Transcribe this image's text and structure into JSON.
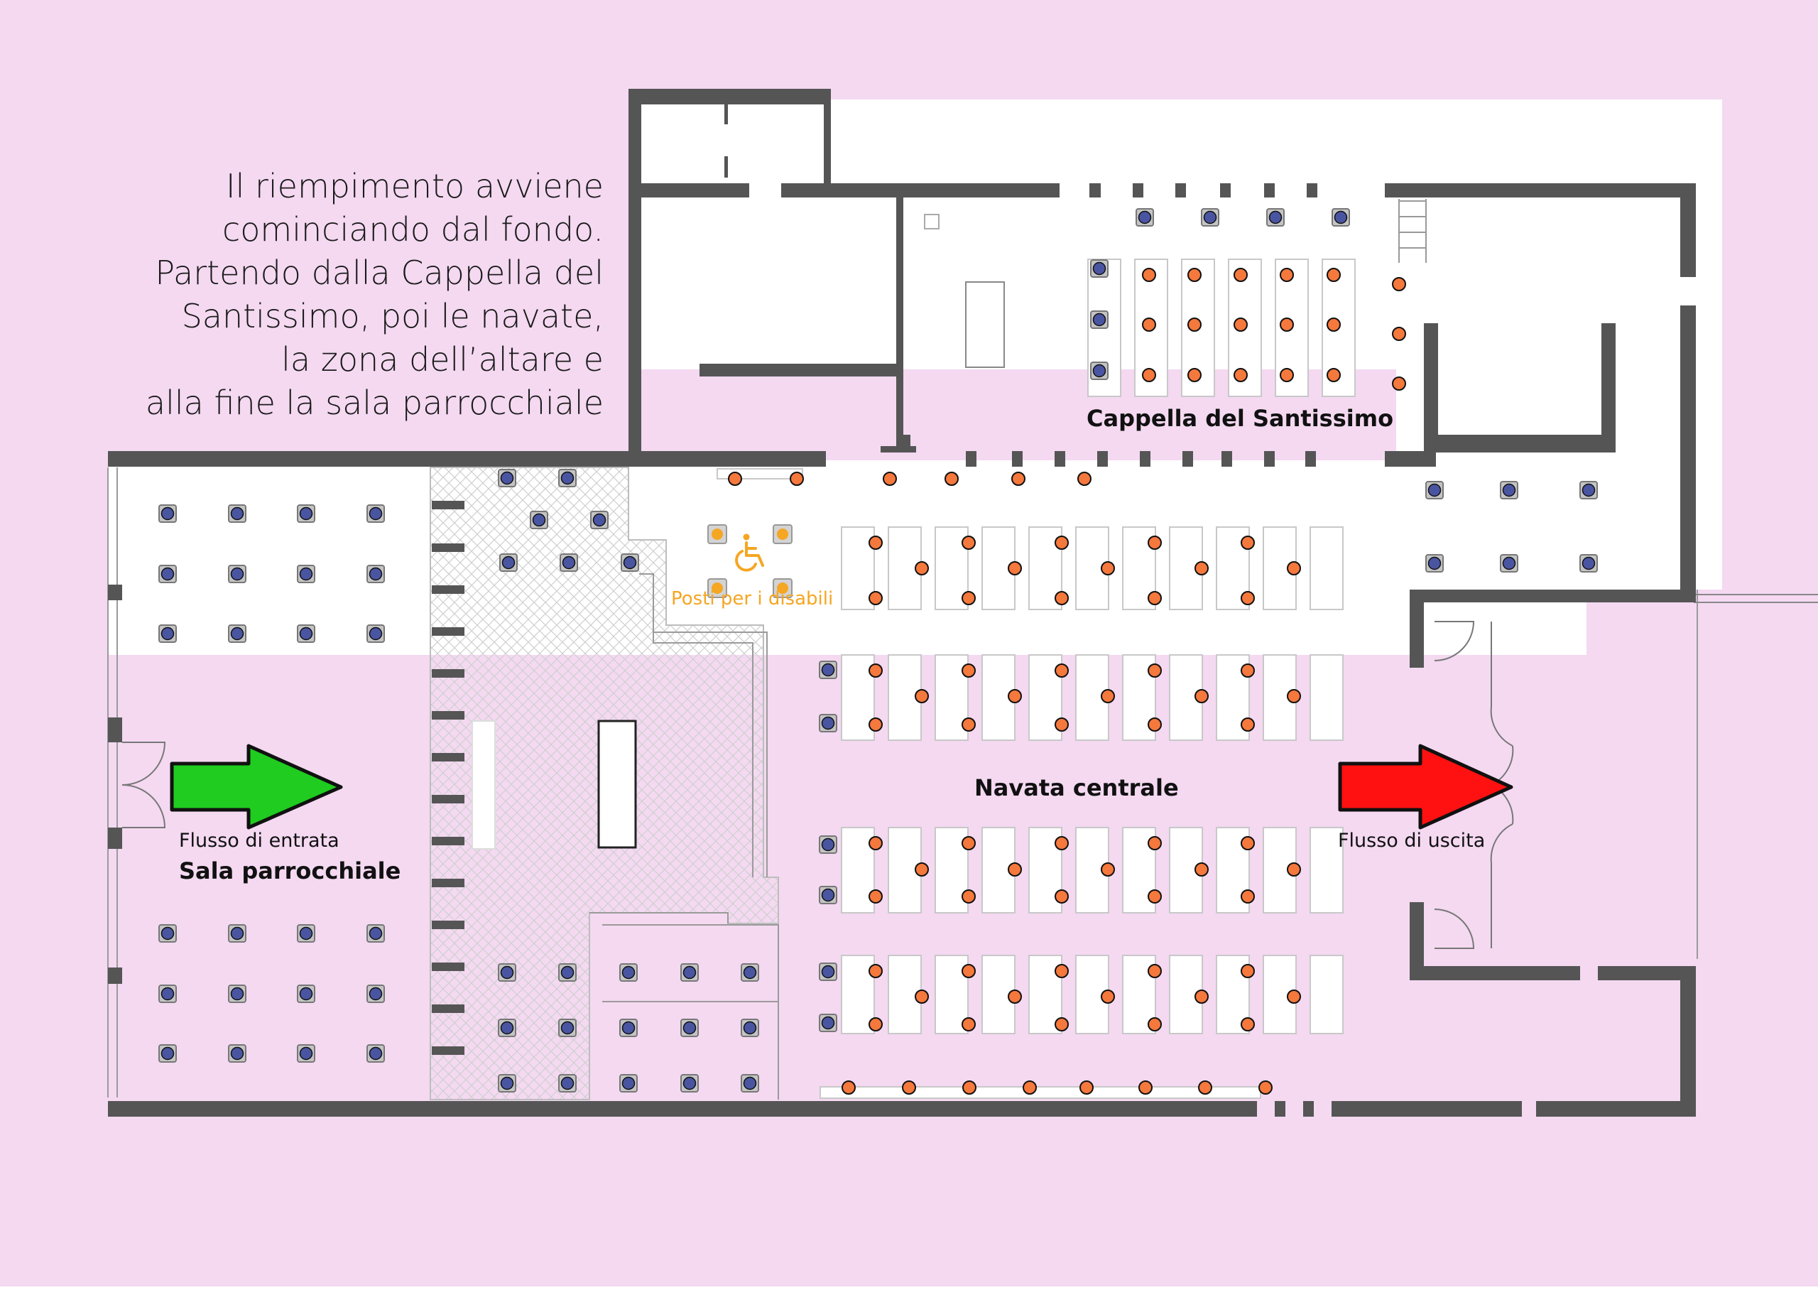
{
  "colors": {
    "background": "#f4d9f1",
    "floor": "#ffffff",
    "wall": "#555555",
    "seat_occupied": "#f5783c",
    "seat_reserved": "#4a55a2",
    "accessible": "#f5a623",
    "entry_arrow": "#1fcc1f",
    "exit_arrow": "#ff1111"
  },
  "intro_text": [
    "Il riempimento avviene",
    "cominciando dal fondo.",
    "Partendo dalla Cappella del",
    "Santissimo, poi le navate,",
    "la zona dell’altare e",
    "alla fine la sala parrocchiale"
  ],
  "labels": {
    "chapel": "Cappella del Santissimo",
    "nave": "Navata centrale",
    "parish_hall": "Sala parrocchiale",
    "entry_flow": "Flusso di entrata",
    "exit_flow": "Flusso di uscita",
    "disabled_seats": "Posti per i disabili"
  },
  "icons": {
    "wheelchair": "wheelchair-icon",
    "entry": "arrow-right-icon",
    "exit": "arrow-right-icon"
  }
}
